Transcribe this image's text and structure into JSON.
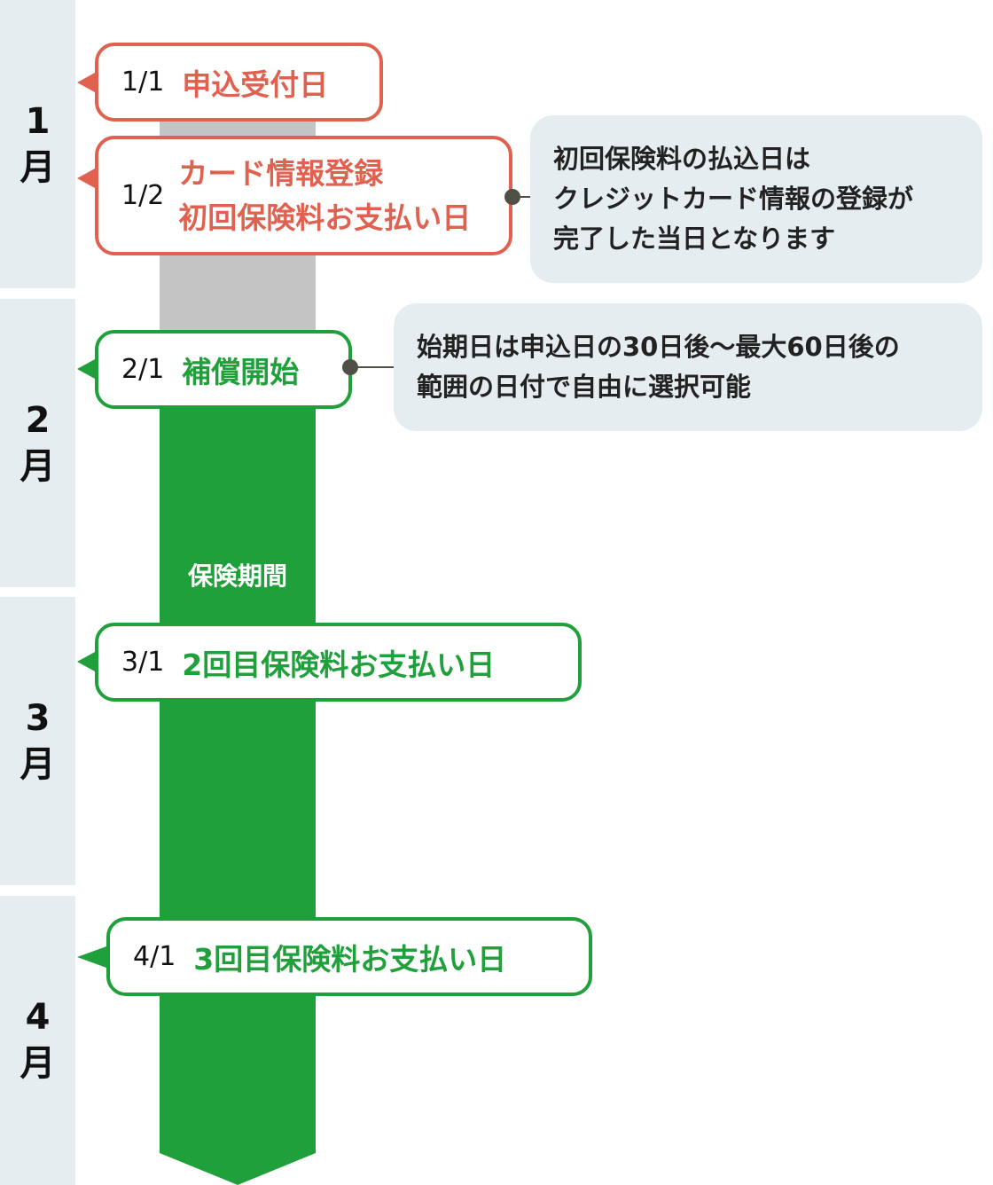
{
  "months": [
    {
      "num": "1",
      "unit": "月"
    },
    {
      "num": "2",
      "unit": "月"
    },
    {
      "num": "3",
      "unit": "月"
    },
    {
      "num": "4",
      "unit": "月"
    }
  ],
  "period_label": "保険期間",
  "events": [
    {
      "date": "1/1",
      "lines": [
        "申込受付日"
      ]
    },
    {
      "date": "1/2",
      "lines": [
        "カード情報登録",
        "初回保険料お支払い日"
      ]
    },
    {
      "date": "2/1",
      "lines": [
        "補償開始"
      ]
    },
    {
      "date": "3/1",
      "lines": [
        "2回目保険料お支払い日"
      ]
    },
    {
      "date": "4/1",
      "lines": [
        "3回目保険料お支払い日"
      ]
    }
  ],
  "notes": [
    {
      "lines": [
        "初回保険料の払込日は",
        "クレジットカード情報の登録が",
        "完了した当日となります"
      ]
    },
    {
      "lines": [
        "始期日は申込日の30日後〜最大60日後の",
        "範囲の日付で自由に選択可能"
      ]
    }
  ],
  "colors": {
    "red": "#e06150",
    "green": "#1fa03a",
    "gray": "#c4c4c4",
    "panel": "#e5edf0",
    "connector": "#4f4f45"
  }
}
